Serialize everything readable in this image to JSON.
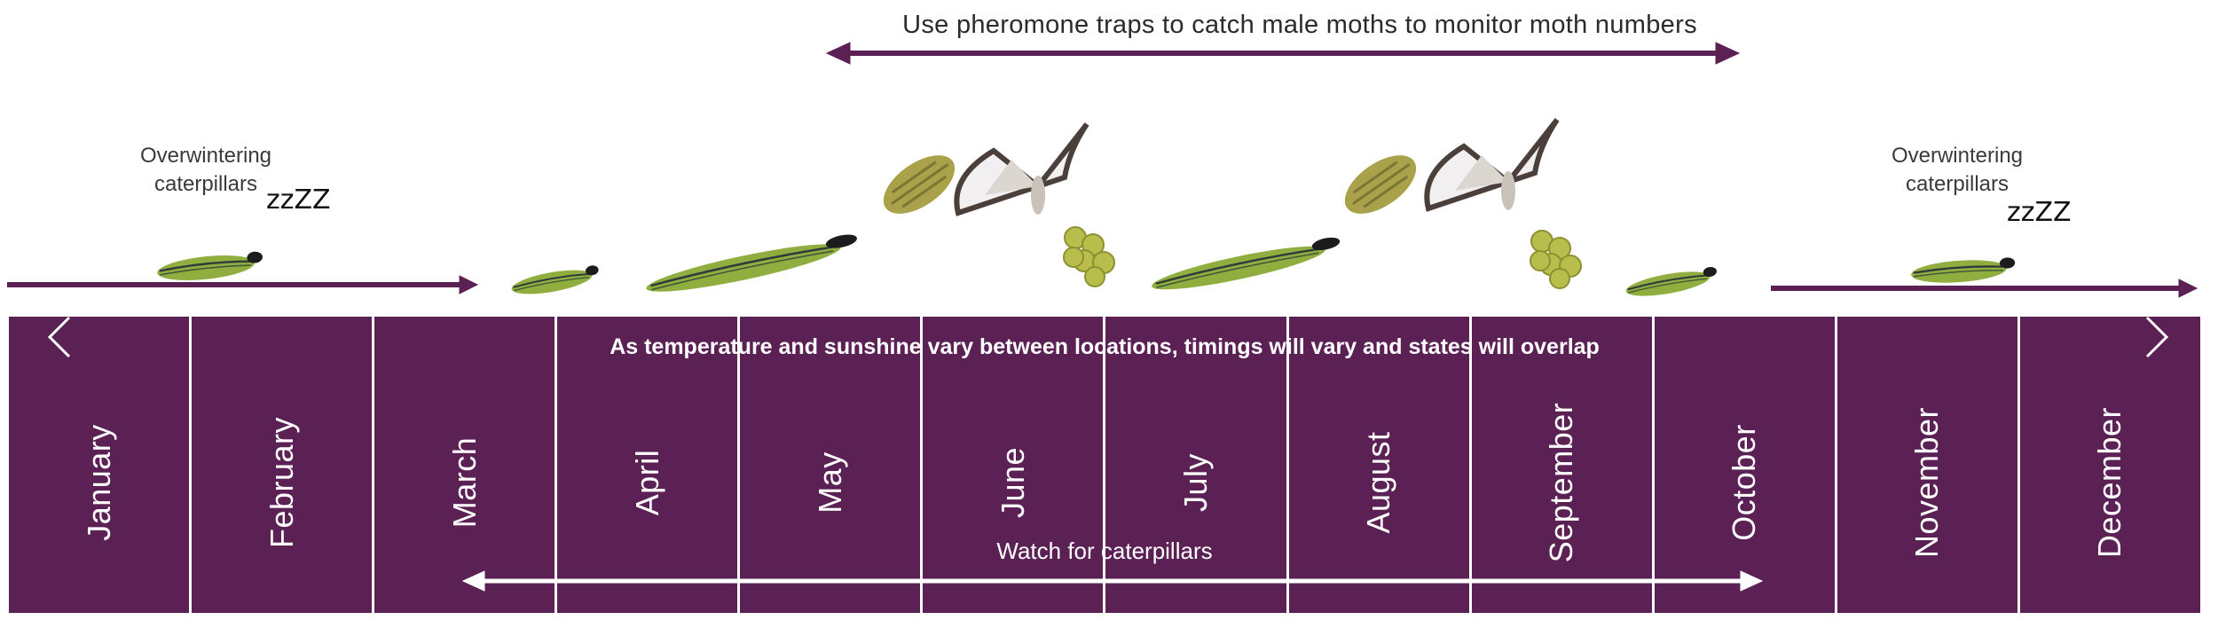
{
  "header": {
    "pheromone_caption": "Use pheromone traps to catch male moths to monitor moth numbers"
  },
  "notes": {
    "overwinter_left": [
      "Overwintering",
      "caterpillars"
    ],
    "overwinter_right": [
      "Overwintering",
      "caterpillars"
    ],
    "sleep_text": "zzZZ"
  },
  "calendar": {
    "variation_banner": "As temperature and sunshine vary between locations, timings will vary and states will overlap",
    "watch_caption": "Watch for caterpillars",
    "months": [
      "January",
      "February",
      "March",
      "April",
      "May",
      "June",
      "July",
      "August",
      "September",
      "October",
      "November",
      "December"
    ]
  },
  "colors": {
    "plum": "#5b2155",
    "caterpillar_green": "#8fae3f",
    "caterpillar_stripe": "#2f3b3a",
    "moth_wing": "#f1efef",
    "moth_edge": "#4a3f3a",
    "pupa": "#a9a24a",
    "eggs": "#b8bd4c"
  },
  "icons": {
    "prev": "chevron-left-icon",
    "next": "chevron-right-icon",
    "caterpillar": "caterpillar-icon",
    "moth": "moth-icon",
    "pupa": "pupa-icon",
    "eggs": "egg-cluster-icon"
  }
}
